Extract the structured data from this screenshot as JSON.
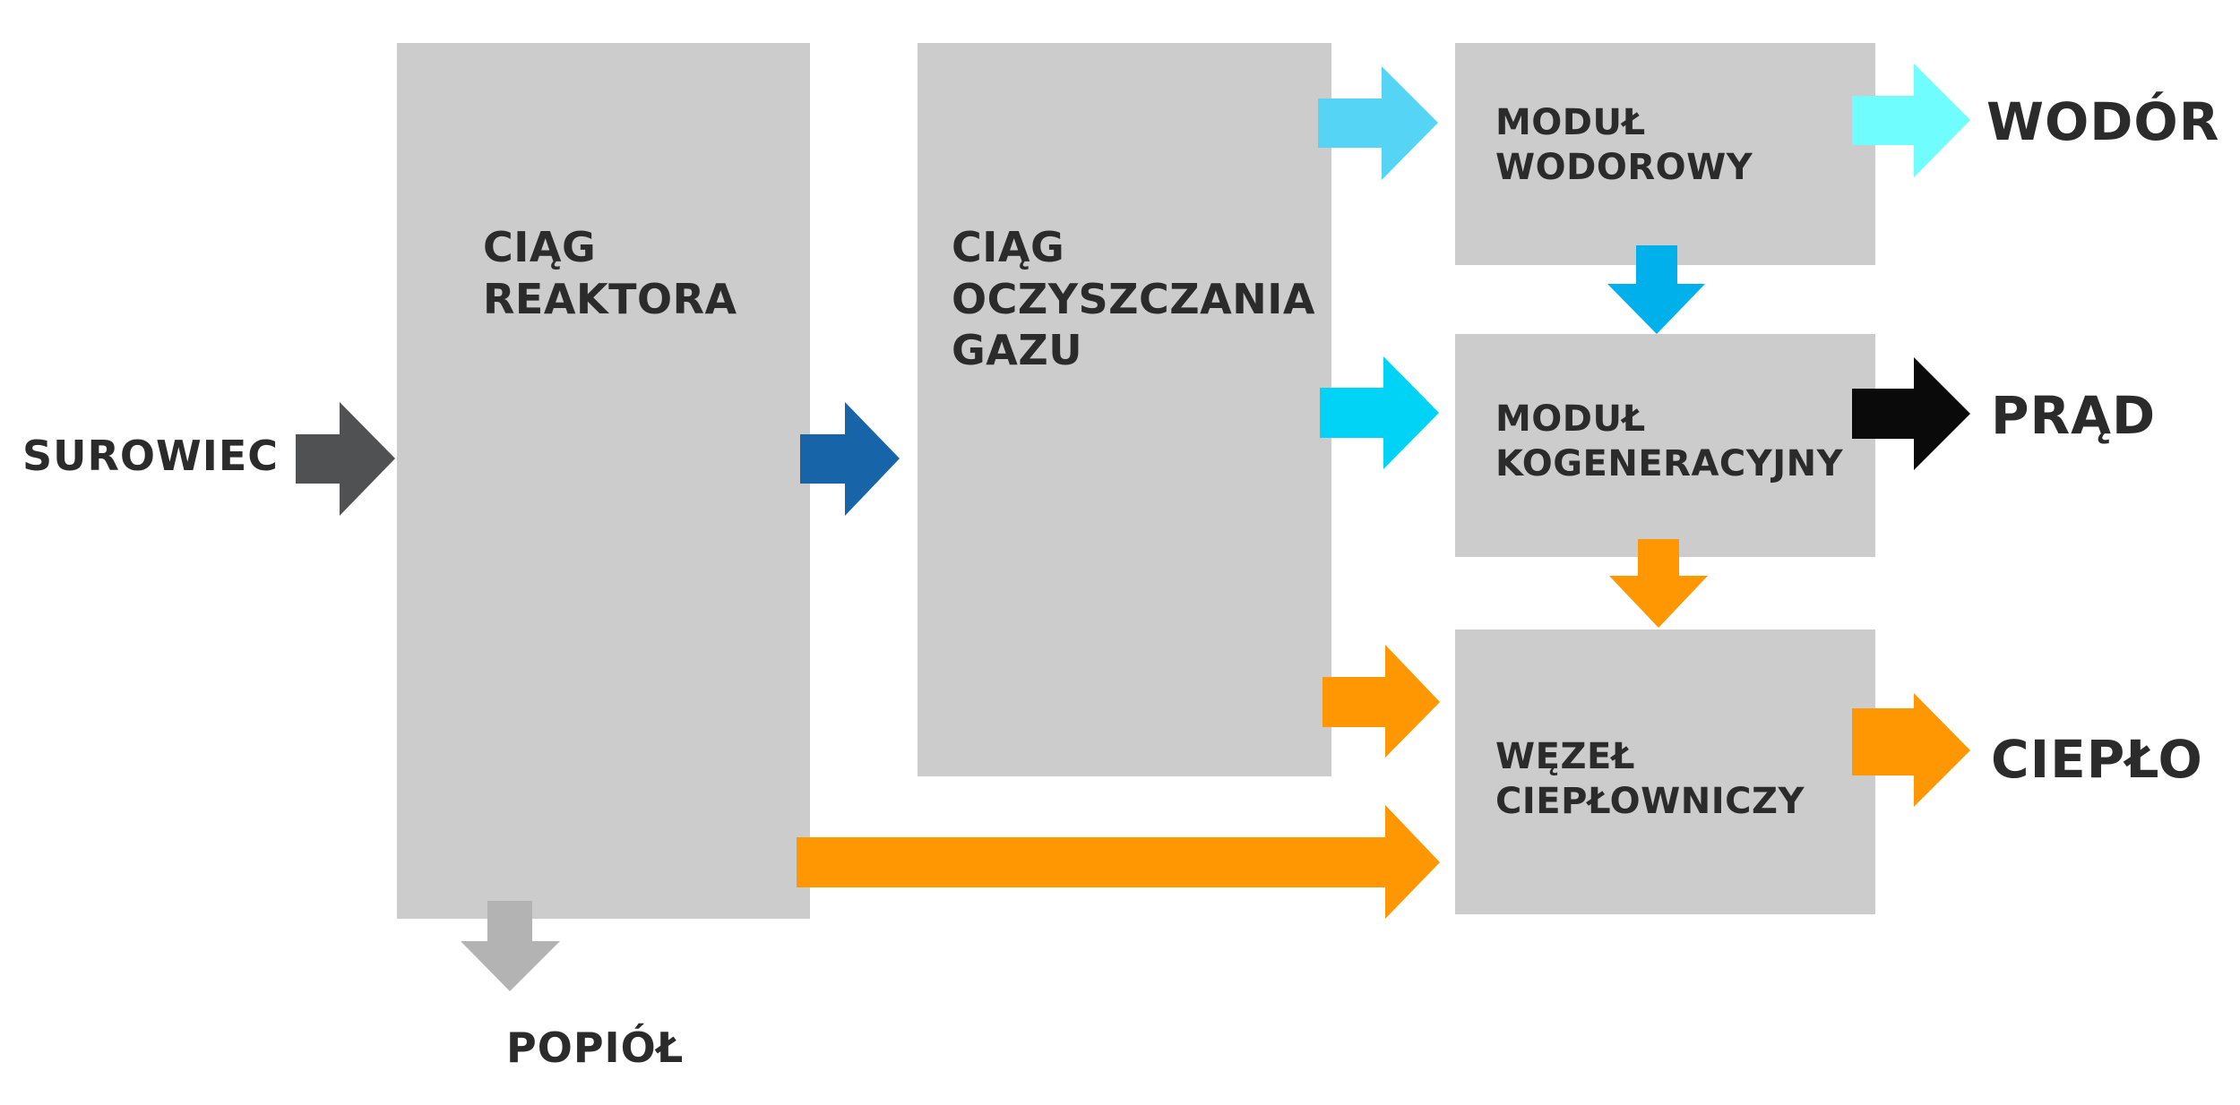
{
  "input_label": "SUROWIEC",
  "ash_label": "POPIÓŁ",
  "boxes": {
    "reactor": "CIĄG\nREAKTORA",
    "cleaning": "CIĄG\nOCZYSZCZANIA\nGAZU",
    "hydrogen_module": "MODUŁ\nWODOROWY",
    "chp_module": "MODUŁ\nKOGENERACYJNY",
    "heat_node": "WĘZEŁ\nCIEPŁOWNICZY"
  },
  "outputs": {
    "hydrogen": "WODÓR",
    "electricity": "PRĄD",
    "heat": "CIEPŁO"
  },
  "colors": {
    "box": "#cccccc",
    "text": "#2b2b2b",
    "feedstock_arrow": "#505153",
    "gas_arrow": "#1864a8",
    "hydrogen_in_arrow": "#55d4f6",
    "hydrogen_out_arrow": "#6ffdfd",
    "hydrogen_down_arrow": "#00b0ea",
    "gas_to_chp_arrow": "#00d3f5",
    "electricity_arrow": "#0a0a0a",
    "heat_arrow": "#ff9703",
    "ash_arrow": "#b3b3b3"
  }
}
